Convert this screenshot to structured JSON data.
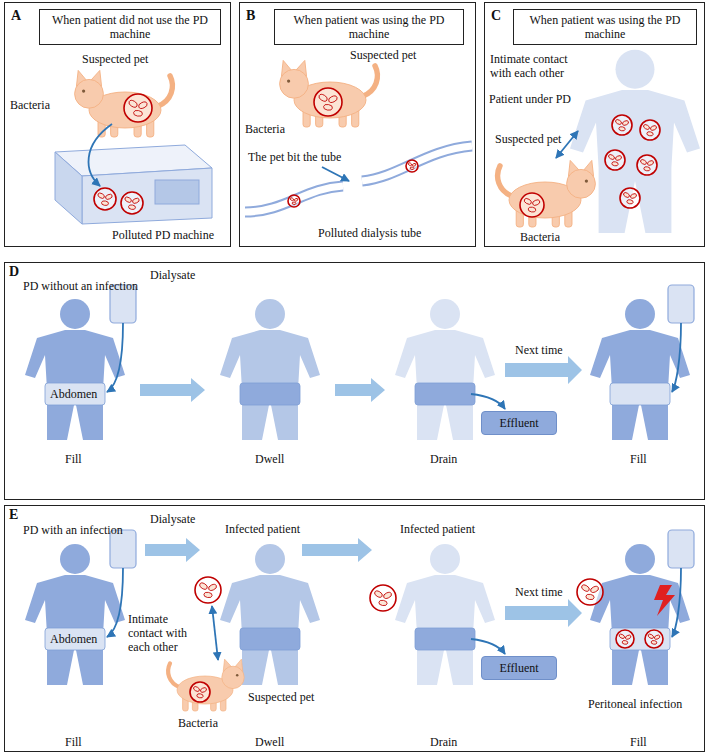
{
  "diagram": {
    "nodes": [
      {
        "text": [
          "A"
        ]
      },
      {
        "text": [
          "When patient did not use the PD machine"
        ],
        "in": 0
      },
      {
        "text": [
          "B"
        ]
      },
      {
        "text": [
          "When patient was using the PD machine"
        ],
        "in": 2
      },
      {
        "text": [
          "C"
        ]
      },
      {
        "text": [
          "When patient was using the PD machine"
        ],
        "in": 4
      },
      {
        "text": [
          "D",
          "PD without an infection"
        ]
      },
      {
        "text": [
          "Effluent"
        ],
        "in": 6
      },
      {
        "text": [
          "E",
          "PD with an infection"
        ]
      },
      {
        "text": [
          "Effluent"
        ],
        "in": 8
      }
    ],
    "labels": [
      "Suspected pet",
      "Bacteria",
      "Polluted PD machine",
      "Suspected pet",
      "Bacteria",
      "The pet bit the tube",
      "Polluted dialysis tube",
      "Intimate contact with each other",
      "Patient under PD",
      "Suspected pet",
      "Bacteria",
      "Dialysate",
      "Abdomen",
      "Fill",
      "Dwell",
      "Drain",
      "Next time",
      "Fill",
      "Dialysate",
      "Abdomen",
      "Fill",
      "Infected patient",
      "Intimate contact with each other",
      "Suspected pet",
      "Bacteria",
      "Dwell",
      "Infected patient",
      "Drain",
      "Next time",
      "Peritoneal infection",
      "Fill"
    ]
  }
}
